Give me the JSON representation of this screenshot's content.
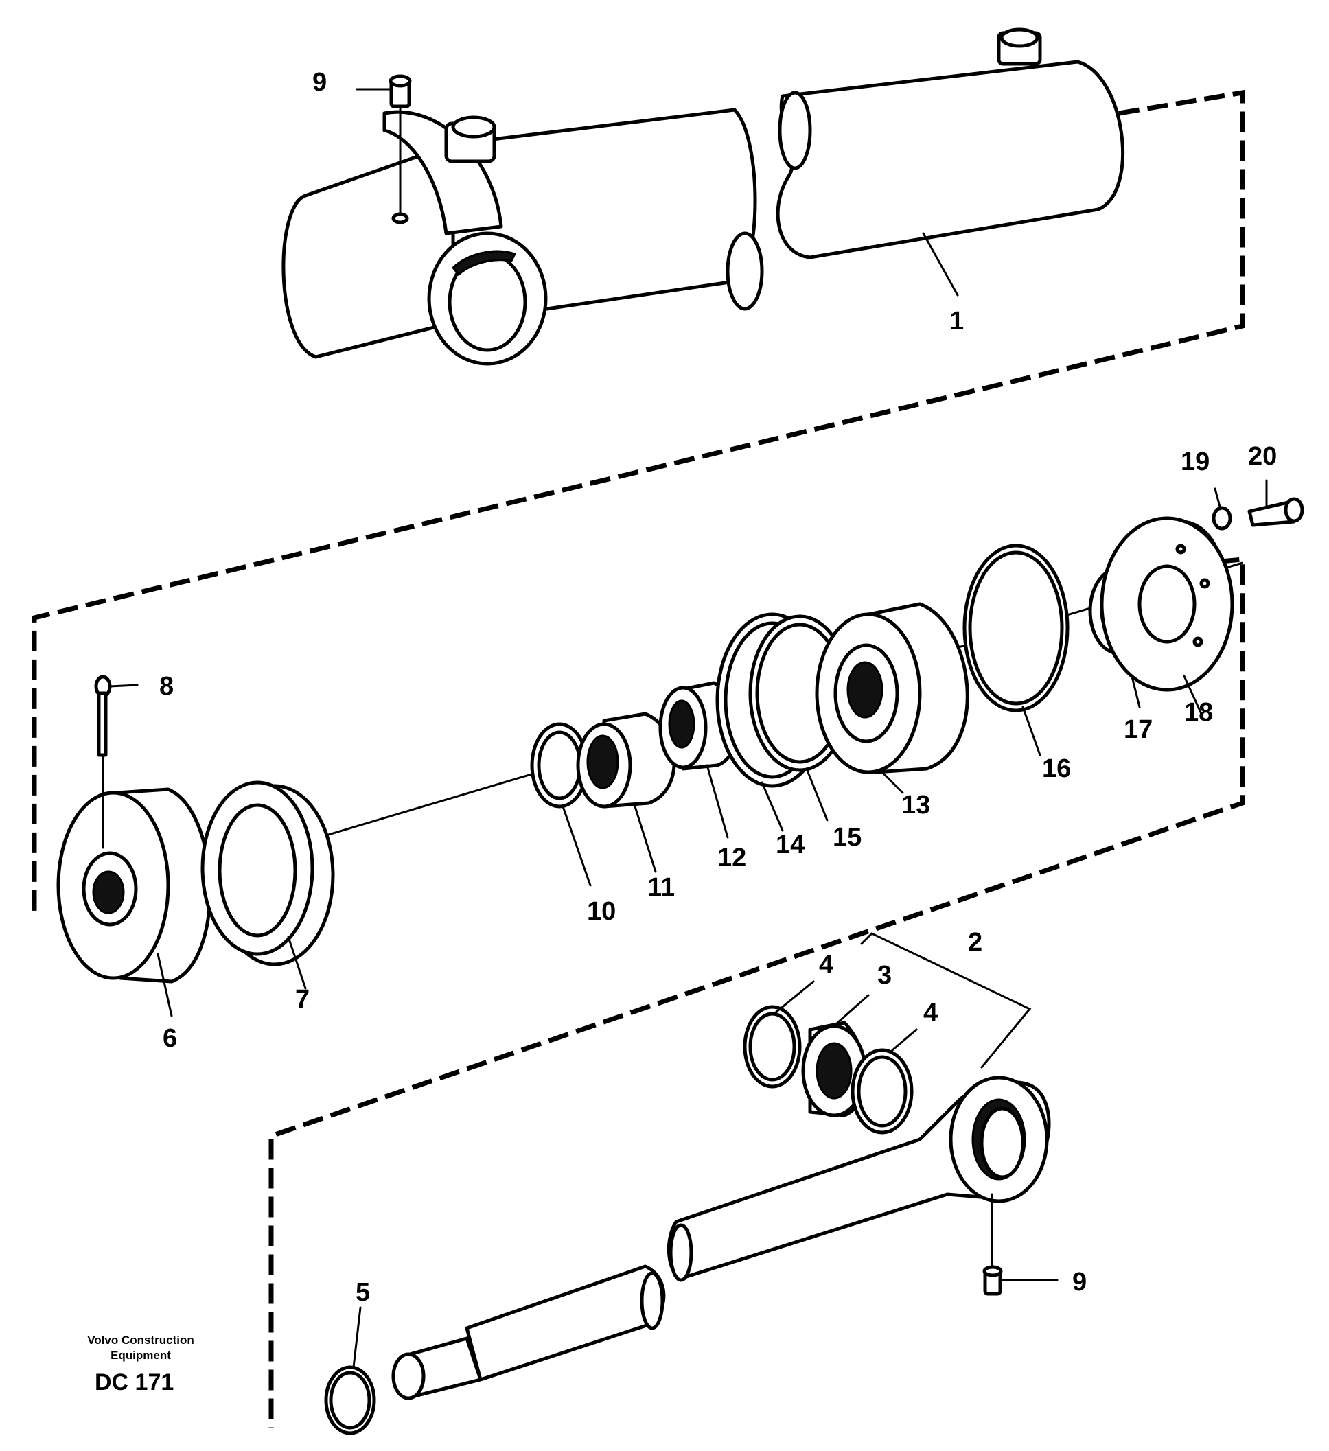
{
  "callouts": {
    "c1": "1",
    "c2": "2",
    "c3": "3",
    "c4a": "4",
    "c4b": "4",
    "c5": "5",
    "c6": "6",
    "c7": "7",
    "c8": "8",
    "c9a": "9",
    "c9b": "9",
    "c10": "10",
    "c11": "11",
    "c12": "12",
    "c13": "13",
    "c14": "14",
    "c15": "15",
    "c16": "16",
    "c17": "17",
    "c18": "18",
    "c19": "19",
    "c20": "20"
  },
  "caption": {
    "line1": "Volvo Construction",
    "line2": "Equipment",
    "code": "DC 171"
  }
}
